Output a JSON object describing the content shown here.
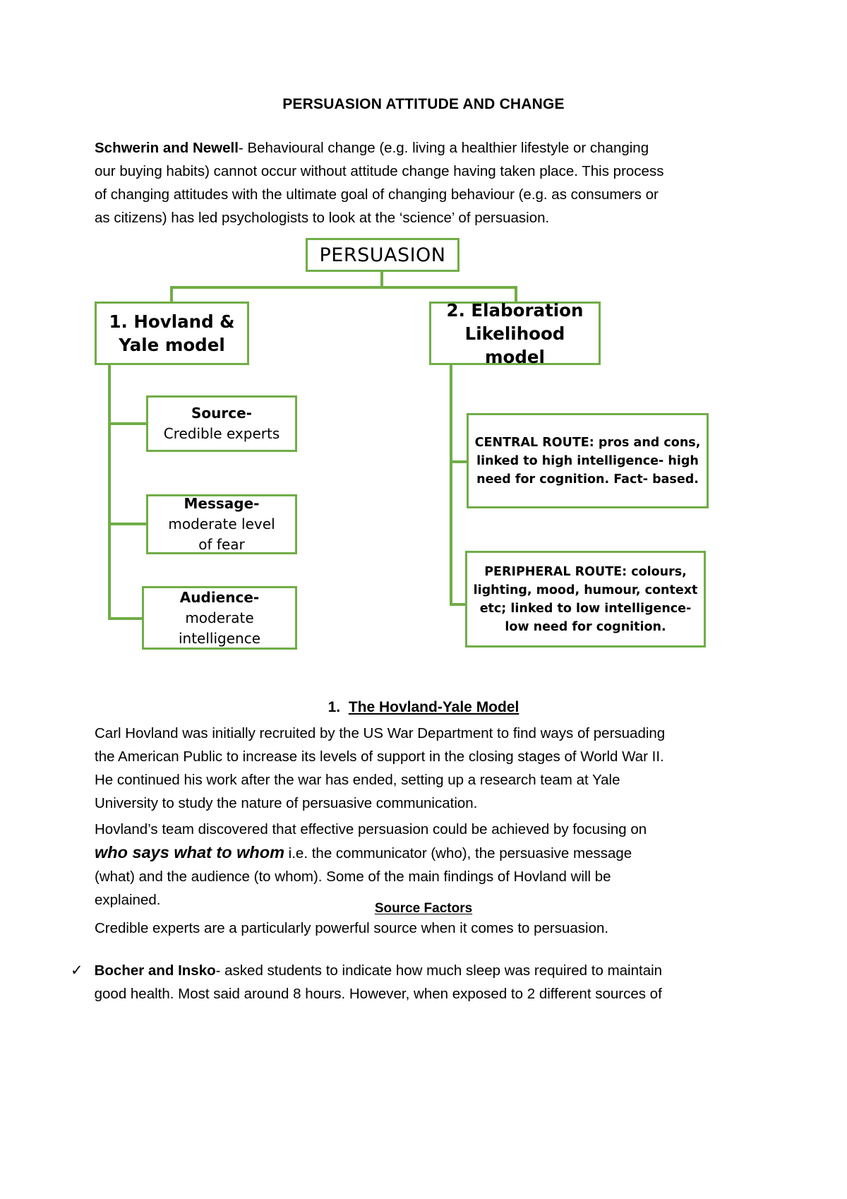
{
  "document": {
    "title": "PERSUASION ATTITUDE AND CHANGE",
    "intro_bold": "Schwerin and Newell",
    "intro_rest": "- Behavioural change (e.g. living a healthier lifestyle or changing our buying habits) cannot occur without attitude change having taken place. This process of changing attitudes with the ultimate goal of changing behaviour (e.g. as consumers or as citizens) has led psychologists to look at the ‘science’ of persuasion.",
    "section_number": "1.",
    "section_title": "The Hovland-Yale Model",
    "hovland_paragraph": "Carl Hovland was initially recruited by the US War Department to find ways of persuading the American Public to increase its levels of support in the closing stages of World War II. He continued his work after the war has ended, setting up a research team at Yale University to study the nature of persuasive communication.",
    "team_paragraph_part1": "Hovland’s team discovered that effective persuasion could be achieved by focusing on ",
    "team_paragraph_emphasis": "who says what to whom",
    "team_paragraph_part2": " i.e. the communicator (who), the persuasive message (what) and the audience (to whom). Some of the main findings of Hovland will be explained.",
    "subheading": "Source Factors",
    "credible_paragraph": "Credible experts are a particularly powerful source when it comes to persuasion.",
    "bullet": {
      "marker": "✓",
      "bold": "Bocher and Insko",
      "rest": "- asked students to indicate how much sleep was required to maintain good health. Most said around 8 hours. However, when exposed to 2 different sources of"
    }
  },
  "diagram": {
    "accent_color": "#70AD47",
    "root": {
      "label": "PERSUASION"
    },
    "branches": [
      {
        "id": "hovland",
        "label": "1. Hovland &\nYale model"
      },
      {
        "id": "elm",
        "label": "2. Elaboration\nLikelihood model"
      }
    ],
    "hovland_children": [
      {
        "bold": "Source-",
        "rest": " Credible experts"
      },
      {
        "bold": "Message-",
        "rest": " moderate level of fear"
      },
      {
        "bold": "Audience-",
        "rest": " moderate intelligence"
      }
    ],
    "elm_children": [
      {
        "label": "CENTRAL ROUTE: pros and cons, linked to high intelligence- high need for cognition. Fact- based."
      },
      {
        "label": "PERIPHERAL ROUTE: colours, lighting, mood, humour, context etc;  linked to low intelligence-low need for cognition."
      }
    ]
  }
}
